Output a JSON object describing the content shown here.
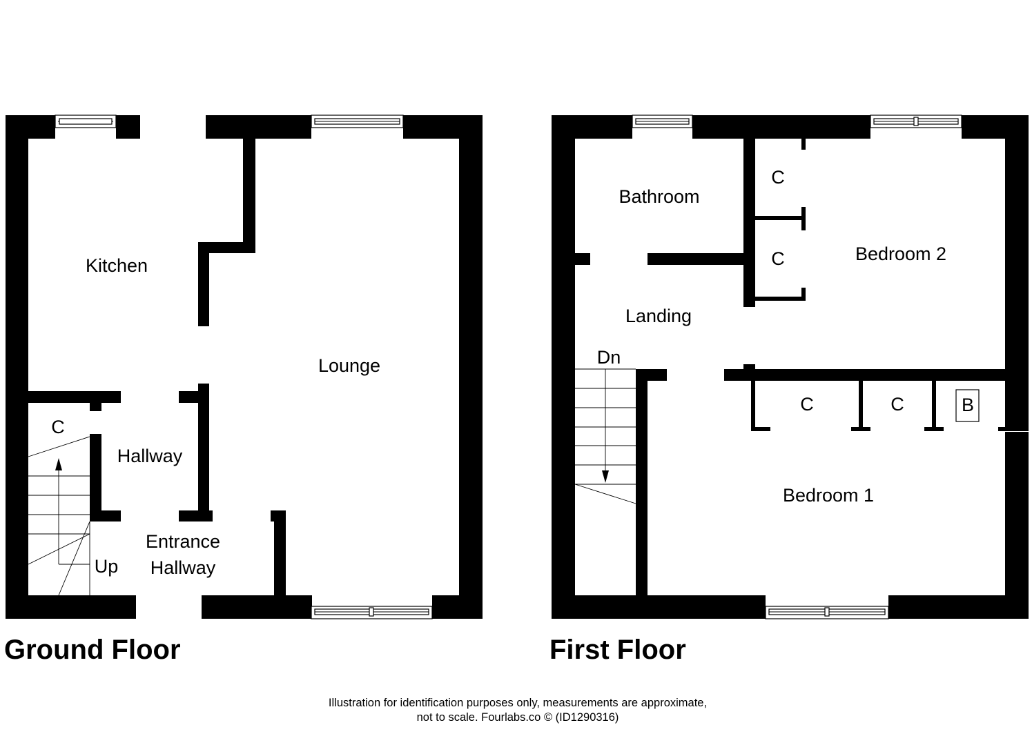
{
  "ground_floor": {
    "title": "Ground Floor",
    "rooms": {
      "kitchen": "Kitchen",
      "lounge": "Lounge",
      "cupboard": "C",
      "hallway": "Hallway",
      "entrance_line1": "Entrance",
      "entrance_line2": "Hallway",
      "stairs_up": "Up"
    }
  },
  "first_floor": {
    "title": "First Floor",
    "rooms": {
      "bathroom": "Bathroom",
      "bedroom2": "Bedroom 2",
      "landing": "Landing",
      "stairs_down": "Dn",
      "bedroom1": "Bedroom 1",
      "cupboard_a": "C",
      "cupboard_b": "C",
      "cupboard_c": "C",
      "cupboard_d": "C",
      "boiler": "B"
    }
  },
  "footer": {
    "line1": "Illustration for identification purposes only, measurements are approximate,",
    "line2": "not to scale. Fourlabs.co © (ID1290316)"
  }
}
